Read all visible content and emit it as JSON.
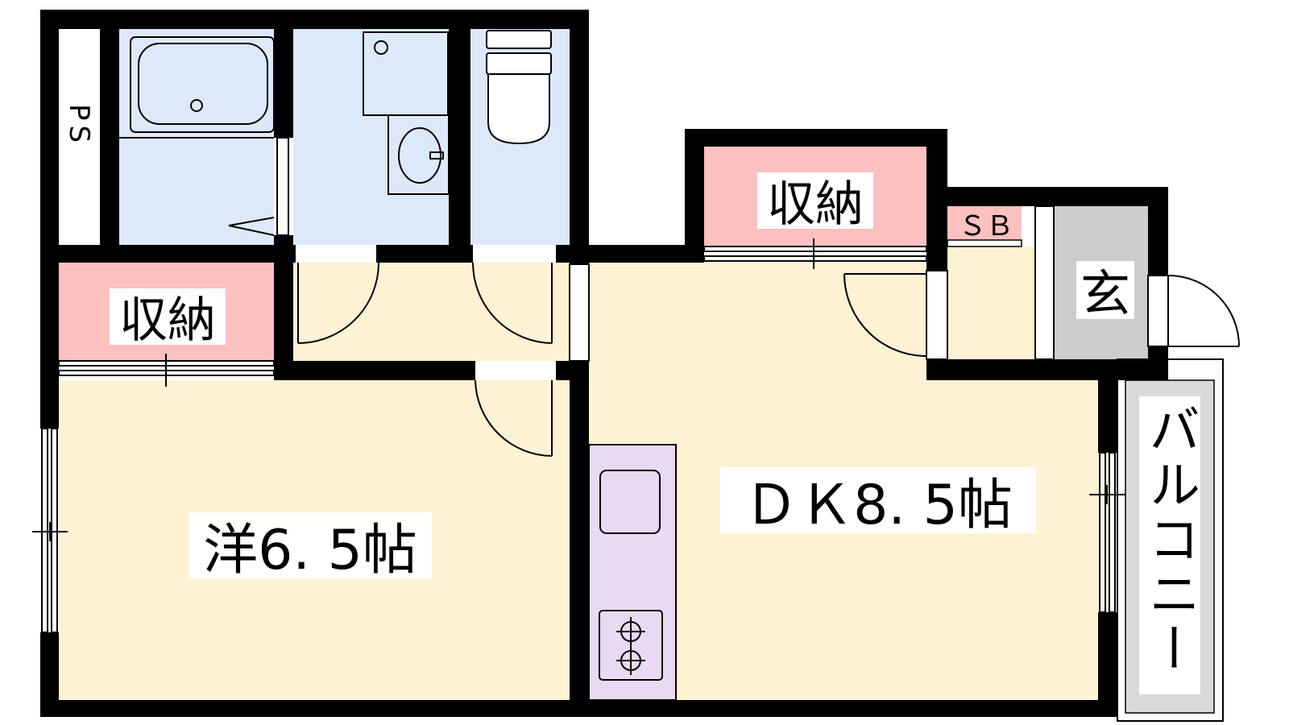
{
  "labels": {
    "ps": "PS",
    "storage_top": "収納",
    "storage_left": "収納",
    "shoe_box": "ＳＢ",
    "entrance": "玄",
    "balcony": "バルコニー",
    "western_room": "洋6. 5帖",
    "dining_kitchen": "ＤＫ8. 5帖"
  },
  "colors": {
    "wall": "#000000",
    "wet_area": "#dde9fb",
    "storage": "#fcc0c0",
    "floor": "#fdf2d3",
    "kitchen": "#ead9f2",
    "entrance": "#cccccc",
    "balcony": "#d9d9d9"
  }
}
